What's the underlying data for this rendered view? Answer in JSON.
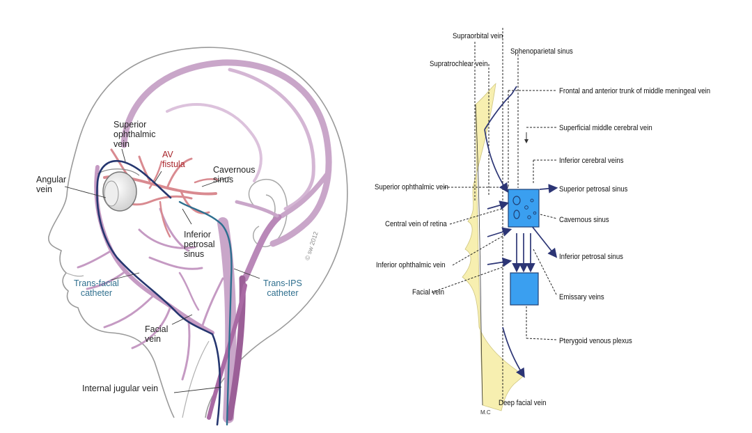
{
  "left_panel": {
    "labels": {
      "superior_ophthalmic_vein": "Superior\nophthalmic\nvein",
      "av_fistula": "AV\nfistula",
      "cavernous_sinus": "Cavernous\nsinus",
      "angular_vein": "Angular\nvein",
      "inferior_petrosal_sinus": "Inferior\npetrosal\nsinus",
      "trans_facial_catheter": "Trans-facial\ncatheter",
      "trans_ips_catheter": "Trans-IPS\ncatheter",
      "facial_vein": "Facial\nvein",
      "internal_jugular_vein": "Internal jugular vein"
    },
    "copyright": "© sw 2012"
  },
  "right_panel": {
    "labels": {
      "supraorbital_vein": "Supraorbital vein",
      "sphenoparietal_sinus": "Sphenoparietal sinus",
      "supratrochlear_vein": "Supratrochlear vein",
      "frontal_meningeal": "Frontal and anterior trunk of middle meningeal vein",
      "superficial_middle_cerebral": "Superficial middle cerebral vein",
      "inferior_cerebral_veins": "Inferior cerebral veins",
      "superior_ophthalmic_vein": "Superior ophthalmic vein",
      "superior_petrosal_sinus": "Superior petrosal sinus",
      "central_vein_retina": "Central vein of retina",
      "cavernous_sinus": "Cavernous sinus",
      "inferior_ophthalmic_vein": "Inferior ophthalmic vein",
      "inferior_petrosal_sinus": "Inferior petrosal sinus",
      "facial_vein": "Facial vein",
      "emissary_veins": "Emissary veins",
      "pterygoid_plexus": "Pterygoid venous plexus",
      "deep_facial_vein": "Deep facial vein"
    },
    "signature": "M.C"
  },
  "colors": {
    "vein_pink": "#c9a6c9",
    "vein_purple": "#9b5f97",
    "artery_red": "#d7848a",
    "catheter_navy": "#25366f",
    "catheter_teal": "#2d6f8f",
    "face_yellow": "#f7efb0",
    "sinus_blue": "#3a9ff0",
    "arrow_navy": "#2c3575"
  }
}
